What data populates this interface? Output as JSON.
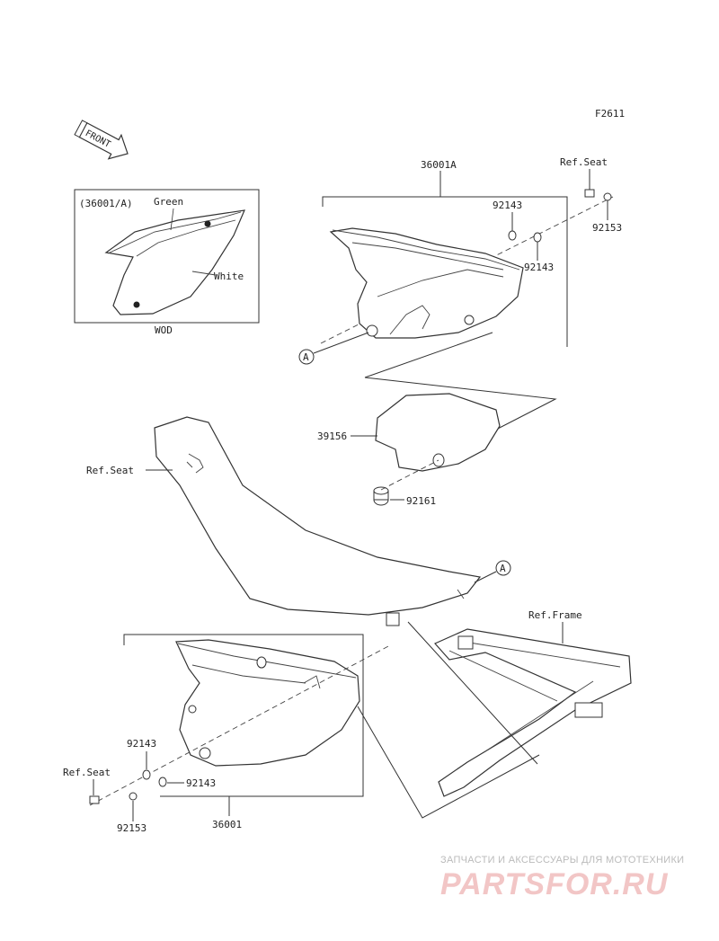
{
  "figure_code": "F2611",
  "front_label": "FRONT",
  "inset": {
    "model_label": "(36001/A)",
    "color_green": "Green",
    "color_white": "White",
    "caption": "WOD"
  },
  "callouts": {
    "p36001A": "36001A",
    "ref_seat_top": "Ref.Seat",
    "p92143_top1": "92143",
    "p92143_top2": "92143",
    "p92153_top": "92153",
    "p39156": "39156",
    "p92161": "92161",
    "ref_seat_mid": "Ref.Seat",
    "ref_frame": "Ref.Frame",
    "marker_a": "A",
    "p92143_bot1": "92143",
    "p92143_bot2": "92143",
    "ref_seat_bot": "Ref.Seat",
    "p92153_bot": "92153",
    "p36001": "36001"
  },
  "watermark": {
    "subtitle": "ЗАПЧАСТИ И АКСЕССУАРЫ ДЛЯ МОТОТЕХНИКИ",
    "logo": "PARTSFOR.RU"
  },
  "colors": {
    "line": "#333333",
    "watermark_logo": "#f2c6c6",
    "watermark_text": "#bbbbbb"
  }
}
